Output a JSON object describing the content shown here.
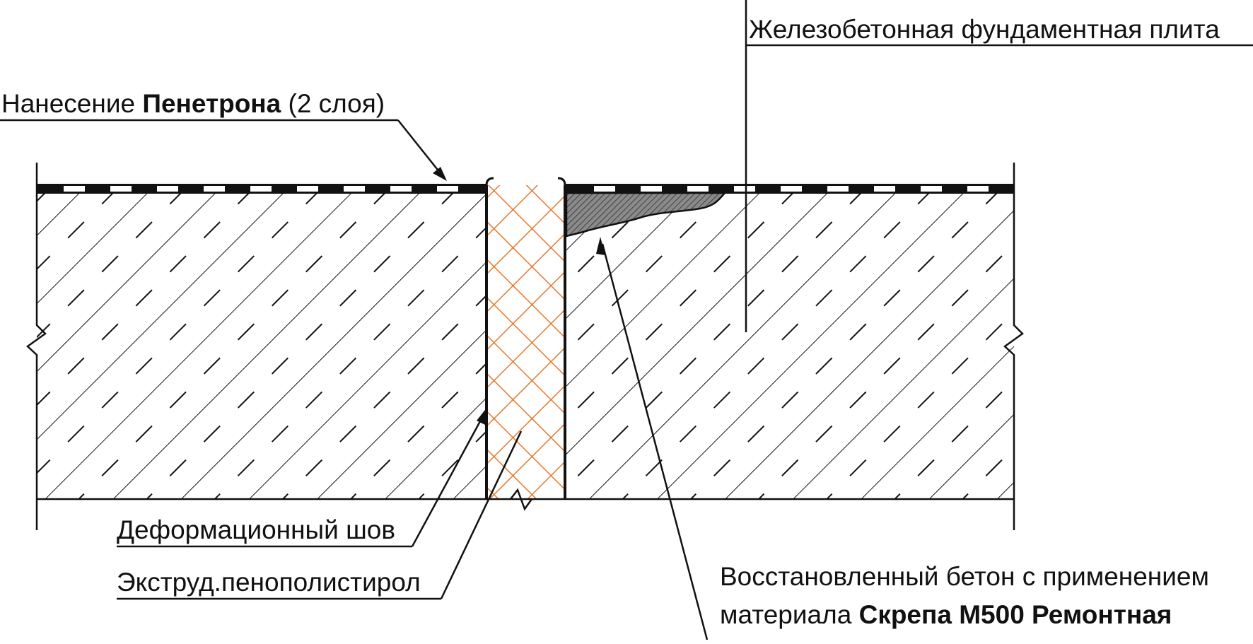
{
  "labels": {
    "slab": "Железобетонная фундаментная плита",
    "penetron_prefix": "Нанесение ",
    "penetron_bold": "Пенетрона",
    "penetron_suffix": " (2 слоя)",
    "joint": "Деформационный шов",
    "foam": "Экструд.пенополистирол",
    "repair_line1": "Восстановленный бетон с применением",
    "repair_line2_prefix": "материала ",
    "repair_line2_bold": "Скрепа М500 Ремонтная"
  },
  "colors": {
    "ink": "#111111",
    "foam_hatch": "#E8782A",
    "repair_fill": "#8A8A8A",
    "background": "#FFFFFF"
  }
}
